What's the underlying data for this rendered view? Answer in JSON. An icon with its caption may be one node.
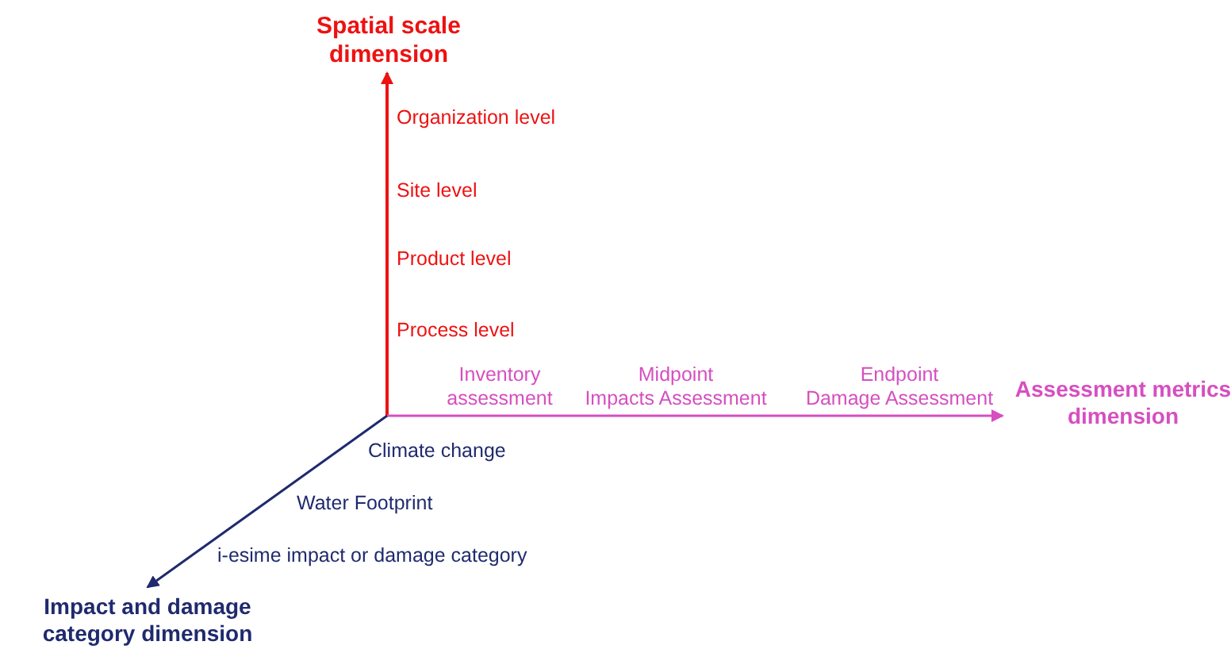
{
  "diagram": {
    "labels": [
      "Spatial scale dimension",
      "Organization level",
      "Site level",
      "Product level",
      "Process level",
      "Inventory assessment",
      "Midpoint Impacts Assessment",
      "Endpoint Damage Assessment",
      "Assessment metrics dimension",
      "Climate change",
      "Water Footprint",
      "i-esime impact or damage category",
      "Impact and damage category dimension"
    ]
  }
}
